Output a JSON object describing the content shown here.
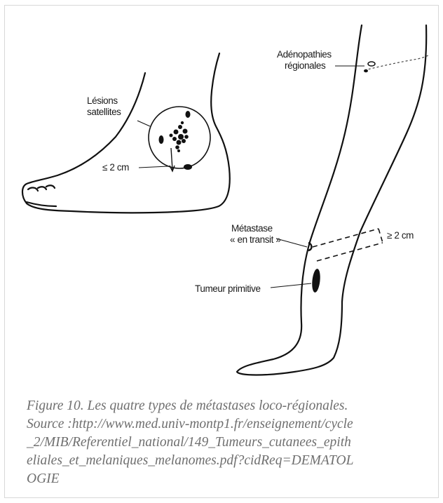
{
  "labels": {
    "lesions_line1": "Lésions",
    "lesions_line2": "satellites",
    "distance_small": "≤ 2 cm",
    "adenopathies_line1": "Adénopathies",
    "adenopathies_line2": "régionales",
    "metastase_line1": "Métastase",
    "metastase_line2": "« en transit »",
    "distance_large": "≥ 2 cm",
    "tumeur": "Tumeur primitive"
  },
  "caption": {
    "lines": [
      "Figure 10. Les quatre types de métastases loco-régionales.",
      "Source :http://www.med.univ-montp1.fr/enseignement/cycle",
      "_2/MIB/Referentiel_national/149_Tumeurs_cutanees_epith",
      "eliales_et_melaniques_melanomes.pdf?cidReq=DEMATOL",
      "OGIE"
    ]
  }
}
